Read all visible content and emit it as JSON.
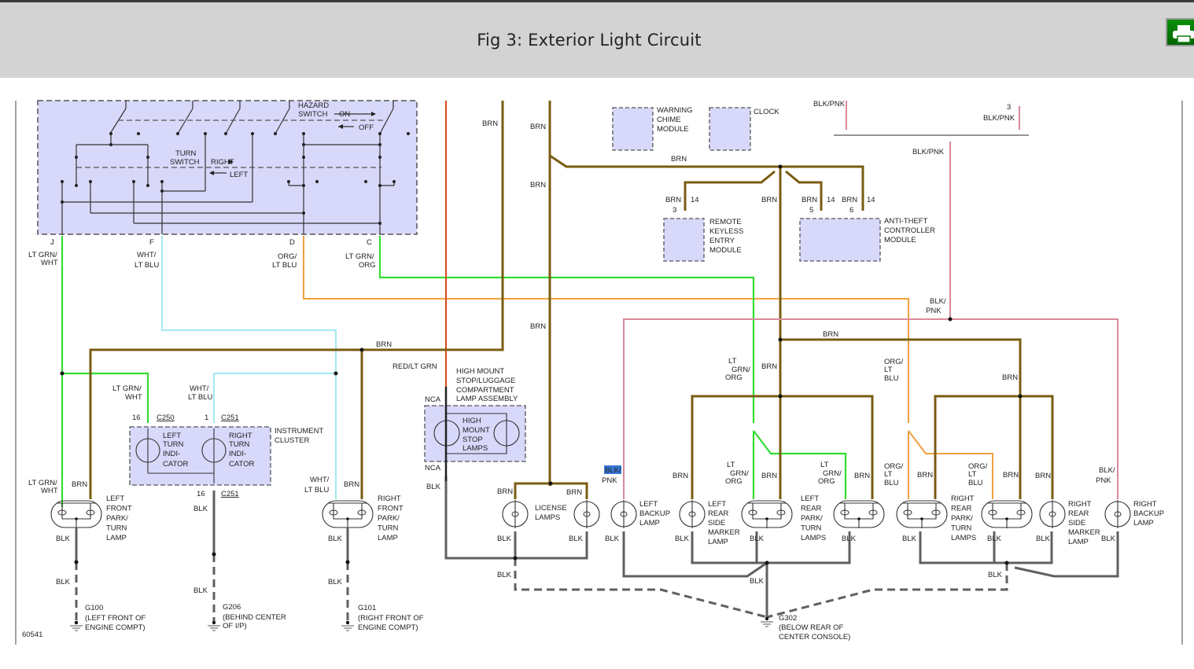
{
  "header": {
    "title": "Fig 3: Exterior Light Circuit",
    "print_icon": "printer-icon"
  },
  "diagram": {
    "figure_number": "60541",
    "switch_assembly": {
      "hazard_switch": [
        "HAZARD",
        "SWITCH"
      ],
      "on": "ON",
      "off": "OFF",
      "turn_switch": [
        "TURN",
        "SWITCH"
      ],
      "right": "RIGHT",
      "left": "LEFT",
      "pins": [
        {
          "pin": "J",
          "wire": [
            "LT GRN/",
            "WHT"
          ]
        },
        {
          "pin": "F",
          "wire": [
            "WHT/",
            "LT BLU"
          ]
        },
        {
          "pin": "D",
          "wire": [
            "ORG/",
            "LT BLU"
          ]
        },
        {
          "pin": "C",
          "wire": [
            "LT GRN/",
            "ORG"
          ]
        }
      ]
    },
    "modules": {
      "warning_chime": [
        "WARNING",
        "CHIME",
        "MODULE"
      ],
      "clock": "CLOCK",
      "remote_keyless": [
        "REMOTE",
        "KEYLESS",
        "ENTRY",
        "MODULE"
      ],
      "anti_theft": [
        "ANTI-THEFT",
        "CONTROLLER",
        "MODULE"
      ],
      "instrument_cluster": [
        "INSTRUMENT",
        "CLUSTER"
      ],
      "high_mount_assembly": [
        "HIGH MOUNT",
        "STOP/LUGGAGE",
        "COMPARTMENT",
        "LAMP ASSEMBLY"
      ],
      "high_mount_lamps": [
        "HIGH",
        "MOUNT",
        "STOP",
        "LAMPS"
      ]
    },
    "indicators": {
      "left": [
        "LEFT",
        "TURN",
        "INDI-",
        "CATOR"
      ],
      "right": [
        "RIGHT",
        "TURN",
        "INDI-",
        "CATOR"
      ]
    },
    "connectors": {
      "c250": "C250",
      "c251": "C251",
      "c251_bottom": "C251",
      "pin16": "16",
      "pin1": "1",
      "pin16_bottom": "16",
      "rke_pin": "3",
      "rke_gauge": "14",
      "atc_pin5": "5",
      "atc_pin6": "6",
      "atc_gauge": "14",
      "blkpnk_pin": "3",
      "nca": "NCA"
    },
    "wires": {
      "brn": "BRN",
      "blk": "BLK",
      "red_lt_grn": "RED/LT GRN",
      "blk_pnk": "BLK/PNK",
      "blk_slash": "BLK/",
      "pnk": "PNK",
      "lt_grn_wht": [
        "LT GRN/",
        "WHT"
      ],
      "wht_lt_blu": [
        "WHT/",
        "LT BLU"
      ],
      "lt_grn_org": [
        "LT",
        "GRN/",
        "ORG"
      ],
      "org_lt_blu": [
        "ORG/",
        "LT",
        "BLU"
      ]
    },
    "lamps": {
      "left_front": [
        "LEFT",
        "FRONT",
        "PARK/",
        "TURN",
        "LAMP"
      ],
      "right_front": [
        "RIGHT",
        "FRONT",
        "PARK/",
        "TURN",
        "LAMP"
      ],
      "license": [
        "LICENSE",
        "LAMPS"
      ],
      "left_backup": [
        "LEFT",
        "BACKUP",
        "LAMP"
      ],
      "left_side_marker": [
        "LEFT",
        "REAR",
        "SIDE",
        "MARKER",
        "LAMP"
      ],
      "left_rear_park": [
        "LEFT",
        "REAR",
        "PARK/",
        "TURN",
        "LAMPS"
      ],
      "right_rear_park": [
        "RIGHT",
        "REAR",
        "PARK/",
        "TURN",
        "LAMPS"
      ],
      "right_side_marker": [
        "RIGHT",
        "REAR",
        "SIDE",
        "MARKER",
        "LAMP"
      ],
      "right_backup": [
        "RIGHT",
        "BACKUP",
        "LAMP"
      ]
    },
    "grounds": {
      "g100": {
        "id": "G100",
        "loc": [
          "(LEFT FRONT OF",
          "ENGINE COMPT)"
        ]
      },
      "g206": {
        "id": "G206",
        "loc": [
          "(BEHIND CENTER",
          "OF I/P)"
        ]
      },
      "g101": {
        "id": "G101",
        "loc": [
          "(RIGHT FRONT OF",
          "ENGINE COMPT)"
        ]
      },
      "g302": {
        "id": "G302",
        "loc": [
          "(BELOW REAR OF",
          "CENTER CONSOLE)"
        ]
      }
    },
    "colors": {
      "brown": "#7a5c12",
      "green": "#33dd33",
      "light_blue": "#a8eaf0",
      "orange": "#f0a040",
      "red": "#d44a1a",
      "pink": "#d98a9a",
      "black": "#606060",
      "module_fill": "#d8d8fa",
      "highlight": "#3a78d8"
    }
  }
}
